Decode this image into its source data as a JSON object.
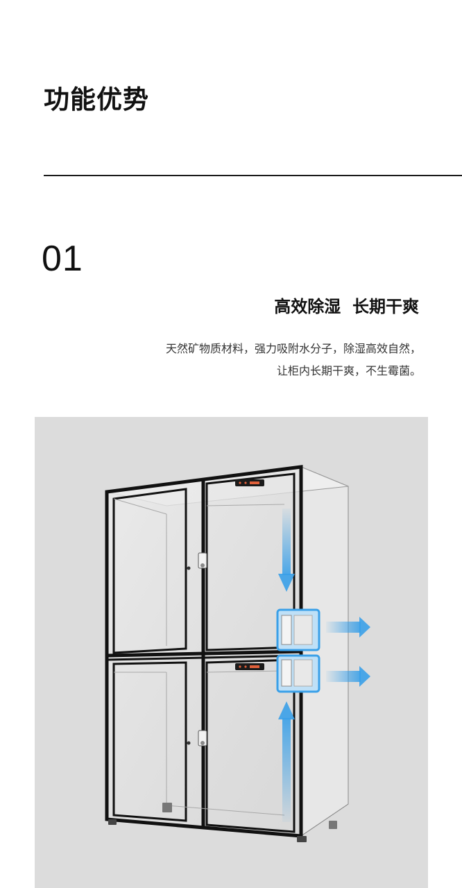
{
  "header": {
    "title": "功能优势"
  },
  "feature": {
    "number": "01",
    "heading": "高效除湿  长期干爽",
    "description_lines": [
      "天然矿物质材料，强力吸附水分子，除湿高效自然，",
      "让柜内长期干爽，不生霉菌。"
    ]
  },
  "colors": {
    "background": "#ffffff",
    "image_background": "#dcdcdc",
    "frame": "#111111",
    "airflow_blue": "#3aa0e8",
    "display_led": "#e0603a"
  }
}
